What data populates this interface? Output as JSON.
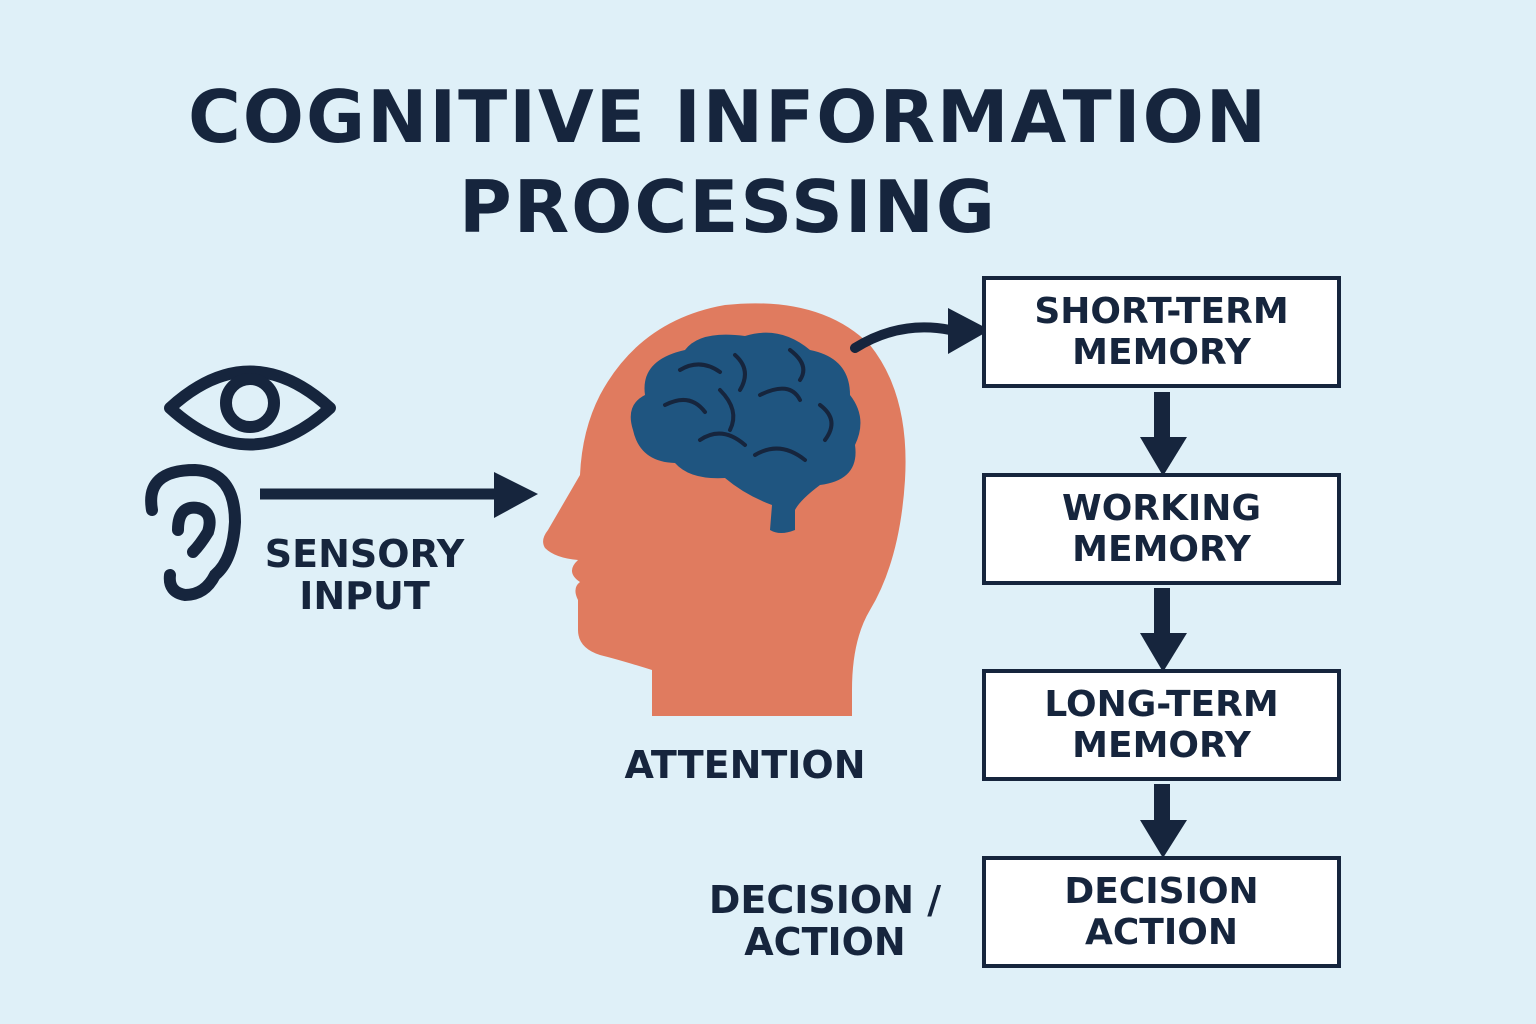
{
  "title": {
    "line1": "COGNITIVE INFORMATION",
    "line2": "PROCESSING"
  },
  "sensory": {
    "line1": "SENSORY",
    "line2": "INPUT"
  },
  "attention": {
    "label": "ATTENTION"
  },
  "stages": [
    {
      "line1": "SHORT-TERM",
      "line2": "MEMORY"
    },
    {
      "line1": "WORKING",
      "line2": "MEMORY"
    },
    {
      "line1": "LONG-TERM",
      "line2": "MEMORY"
    },
    {
      "line1": "DECISION",
      "line2": "ACTION"
    }
  ],
  "outcome": {
    "line1": "DECISION /",
    "line2": "ACTION"
  },
  "icons": {
    "eye": "eye-icon",
    "ear": "ear-icon",
    "head": "head-silhouette",
    "brain": "brain-icon"
  },
  "colors": {
    "background": "#dff0f8",
    "ink": "#16253d",
    "head": "#e07b5f",
    "brain": "#1f5580",
    "box_fill": "#ffffff"
  }
}
